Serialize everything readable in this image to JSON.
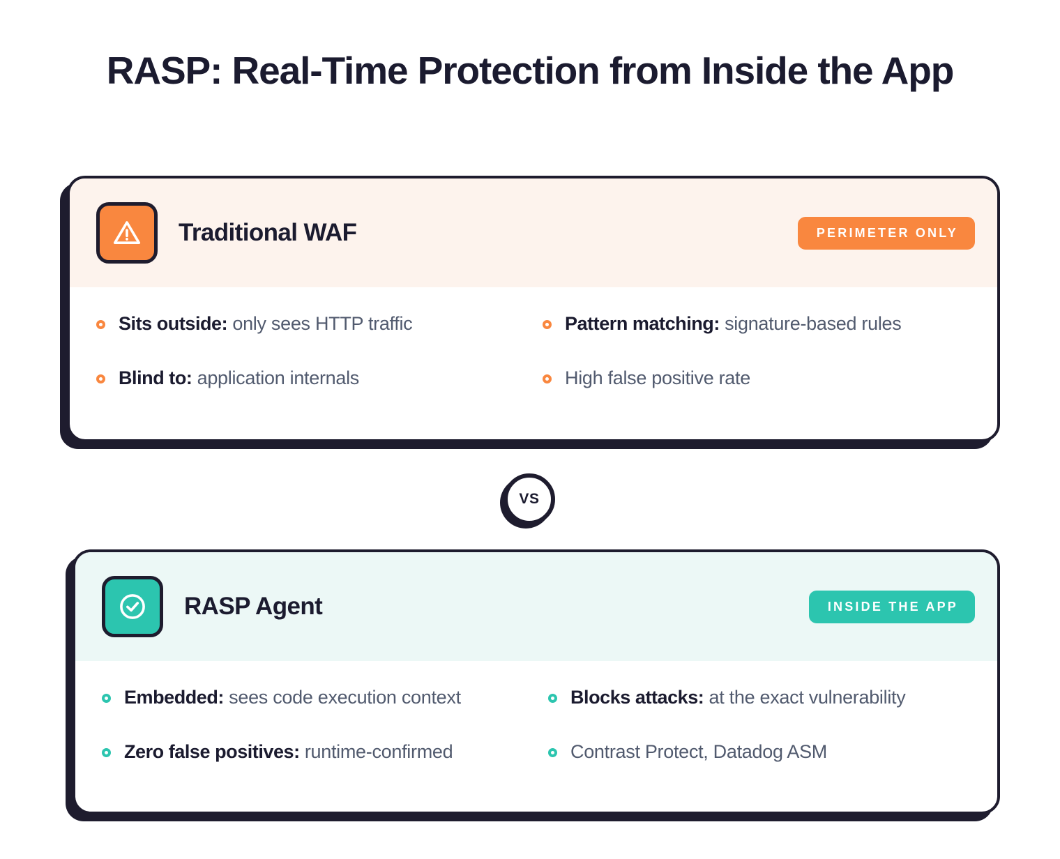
{
  "page": {
    "title": "RASP: Real-Time Protection from Inside the App",
    "background": "#FFFFFF",
    "ink": "#1B1B2F"
  },
  "divider": {
    "label": "VS"
  },
  "cards": [
    {
      "id": "traditional-waf",
      "title": "Traditional WAF",
      "icon": "warning-triangle-icon",
      "badge": "PERIMETER ONLY",
      "accent": "#F9873F",
      "header_background": "#FDF3ED",
      "bullets": [
        {
          "strong": "Sits outside:",
          "rest": " only sees HTTP traffic"
        },
        {
          "strong": "Pattern matching:",
          "rest": " signature-based rules"
        },
        {
          "strong": "Blind to:",
          "rest": " application internals"
        },
        {
          "strong": "",
          "rest": "High false positive rate"
        }
      ]
    },
    {
      "id": "rasp-agent",
      "title": "RASP Agent",
      "icon": "check-circle-icon",
      "badge": "INSIDE THE APP",
      "accent": "#2CC5AF",
      "header_background": "#ECF8F6",
      "bullets": [
        {
          "strong": "Embedded:",
          "rest": " sees code execution context"
        },
        {
          "strong": "Blocks attacks:",
          "rest": " at the exact vulnerability"
        },
        {
          "strong": "Zero false positives:",
          "rest": " runtime-confirmed"
        },
        {
          "strong": "",
          "rest": "Contrast Protect, Datadog ASM"
        }
      ]
    }
  ]
}
